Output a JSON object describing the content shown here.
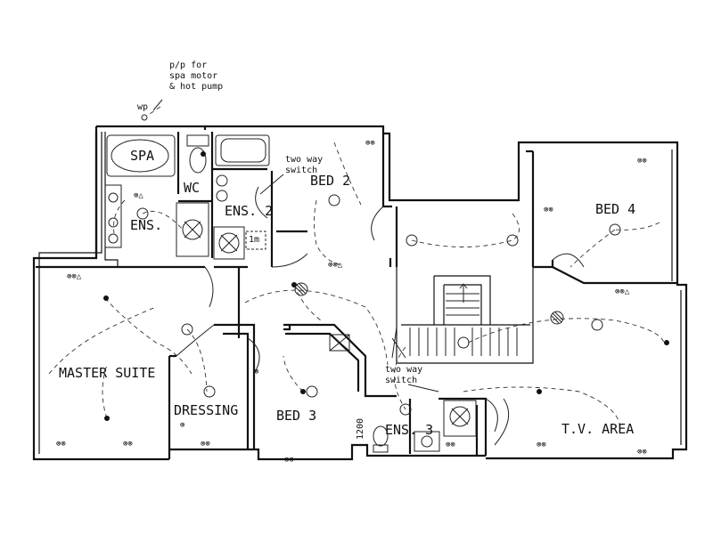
{
  "diagram": {
    "rooms": {
      "spa": "SPA",
      "wc": "WC",
      "ens": "ENS.",
      "ens2": "ENS. 2",
      "bed2": "BED 2",
      "bed4": "BED 4",
      "master": "MASTER SUITE",
      "dressing": "DRESSING",
      "bed3": "BED 3",
      "ens3": "ENS. 3",
      "tv": "T.V. AREA"
    },
    "notes": {
      "pp_line1": "p/p for",
      "pp_line2": "spa motor",
      "pp_line3": "& hot pump",
      "wp": "wp",
      "two_way_1_line1": "two way",
      "two_way_1_line2": "switch",
      "two_way_2_line1": "two way",
      "two_way_2_line2": "switch",
      "at_1200": "1200",
      "fan": "1m"
    }
  }
}
